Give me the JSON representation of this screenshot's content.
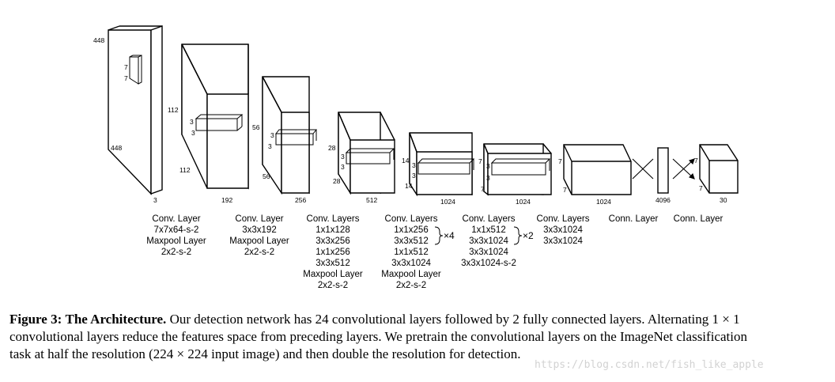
{
  "stages": [
    {
      "id": "input",
      "dims": {
        "height": "448",
        "width": "448",
        "depth": "3",
        "kernel_h": "7",
        "kernel_w": "7"
      },
      "caption": [
        "Conv. Layer",
        "7x7x64-s-2",
        "Maxpool Layer",
        "2x2-s-2"
      ],
      "repeat": ""
    },
    {
      "id": "stage2",
      "dims": {
        "height": "112",
        "width": "112",
        "depth": "192",
        "kernel_h": "3",
        "kernel_w": "3"
      },
      "caption": [
        "Conv. Layer",
        "3x3x192",
        "Maxpool Layer",
        "2x2-s-2"
      ],
      "repeat": ""
    },
    {
      "id": "stage3",
      "dims": {
        "height": "56",
        "width": "56",
        "depth": "256",
        "kernel_h": "3",
        "kernel_w": "3"
      },
      "caption": [
        "Conv. Layers",
        "1x1x128",
        "3x3x256",
        "1x1x256",
        "3x3x512",
        "Maxpool Layer",
        "2x2-s-2"
      ],
      "repeat": ""
    },
    {
      "id": "stage4",
      "dims": {
        "height": "28",
        "width": "28",
        "depth": "512",
        "kernel_h": "3",
        "kernel_w": "3"
      },
      "caption": [
        "Conv. Layers",
        "1x1x256",
        "3x3x512",
        "1x1x512",
        "3x3x1024",
        "Maxpool Layer",
        "2x2-s-2"
      ],
      "repeat": "×4"
    },
    {
      "id": "stage5",
      "dims": {
        "height": "14",
        "width": "14",
        "depth": "1024",
        "kernel_h": "3",
        "kernel_w": "3"
      },
      "caption": [
        "Conv. Layers",
        "1x1x512",
        "3x3x1024",
        "3x3x1024",
        "3x3x1024-s-2"
      ],
      "repeat": "×2"
    },
    {
      "id": "stage6",
      "dims": {
        "height": "7",
        "width": "7",
        "depth": "1024",
        "kernel_h": "3",
        "kernel_w": "3"
      },
      "caption": [
        "Conv. Layers",
        "3x3x1024",
        "3x3x1024"
      ],
      "repeat": ""
    },
    {
      "id": "stage7",
      "dims": {
        "height": "7",
        "width": "7",
        "depth": "1024"
      },
      "caption": [
        "Conn. Layer"
      ],
      "repeat": ""
    },
    {
      "id": "fc",
      "dims": {
        "depth": "4096"
      },
      "caption": [
        "Conn. Layer"
      ],
      "repeat": ""
    },
    {
      "id": "output",
      "dims": {
        "height": "7",
        "width": "7",
        "depth": "30"
      },
      "caption": [],
      "repeat": ""
    }
  ],
  "figure_caption": {
    "label": "Figure 3:",
    "title": "The Architecture.",
    "line1": "Our detection network has 24 convolutional layers followed by 2 fully connected layers. Alternating 1 × 1",
    "line2": "convolutional layers reduce the features space from preceding layers. We pretrain the convolutional layers on the ImageNet classification",
    "line3": "task at half the resolution (224 × 224 input image) and then double the resolution for detection."
  },
  "watermark": "https://blog.csdn.net/fish_like_apple"
}
